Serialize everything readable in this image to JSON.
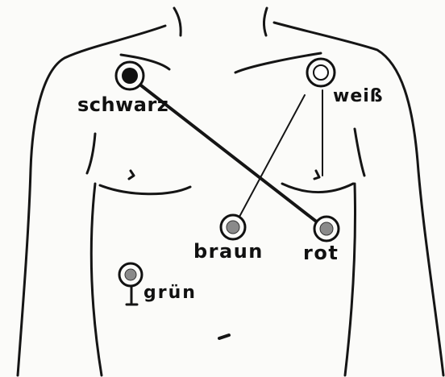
{
  "diagram": {
    "electrodes": [
      {
        "id": "schwarz",
        "label": "schwarz",
        "fill": "#111111"
      },
      {
        "id": "weiss",
        "label": "weiß",
        "fill": "#ffffff"
      },
      {
        "id": "braun",
        "label": "braun",
        "fill": "#8a8a8a"
      },
      {
        "id": "rot",
        "label": "rot",
        "fill": "#8a8a8a"
      },
      {
        "id": "gruen",
        "label": "grün",
        "fill": "#8a8a8a"
      }
    ]
  }
}
